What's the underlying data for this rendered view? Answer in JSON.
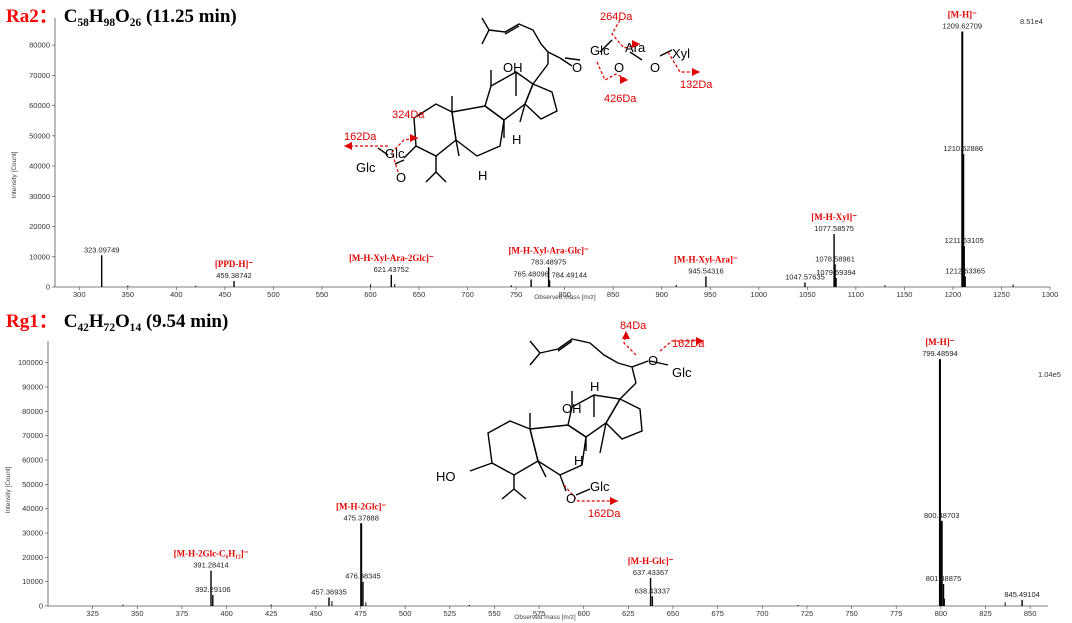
{
  "panels": [
    {
      "compound": "Ra2：",
      "formula": "C₅₈H₉₈O₂₆ (11.25 min)",
      "max_intensity_label": "8.51e4",
      "ylabel": "Intensity [Count]",
      "xlabel": "Observed mass [m/z]",
      "structure": {
        "sugars": [
          "Glc",
          "Ara",
          "Xyl",
          "Glc",
          "Glc"
        ],
        "oxygens": [
          "O",
          "O",
          "O",
          "O"
        ],
        "oh": "OH",
        "h_labels": [
          "H",
          "H"
        ],
        "losses": [
          "264Da",
          "426Da",
          "132Da",
          "324Da",
          "162Da"
        ]
      }
    },
    {
      "compound": "Rg1：",
      "formula": "C₄₂H₇₂O₁₄ (9.54 min)",
      "max_intensity_label": "1.04e5",
      "ylabel": "Intensity [Count]",
      "xlabel": "Observed mass [m/z]",
      "structure": {
        "sugars": [
          "Glc",
          "Glc"
        ],
        "oxygens": [
          "O",
          "O"
        ],
        "oh": "OH",
        "ho": "HO",
        "h_labels": [
          "H",
          "H"
        ],
        "losses": [
          "84Da",
          "162Da",
          "162Da"
        ]
      }
    }
  ],
  "chart_data": [
    {
      "type": "bar",
      "xlim": [
        275,
        1300
      ],
      "ylim": [
        0,
        85000
      ],
      "xticks": [
        300,
        350,
        400,
        450,
        500,
        550,
        600,
        650,
        700,
        750,
        800,
        850,
        900,
        950,
        1000,
        1050,
        1100,
        1150,
        1200,
        1250,
        1300
      ],
      "yticks": [
        0,
        10000,
        20000,
        30000,
        40000,
        50000,
        60000,
        70000,
        80000
      ],
      "peaks": [
        {
          "x": 323.09749,
          "y": 10500,
          "label": "323.09749"
        },
        {
          "x": 459.38742,
          "y": 2000,
          "label": "459.38742"
        },
        {
          "x": 621.43752,
          "y": 4000,
          "label": "621.43752"
        },
        {
          "x": 765.48096,
          "y": 2500,
          "label": "765.48096"
        },
        {
          "x": 783.48975,
          "y": 6500,
          "label": "783.48975"
        },
        {
          "x": 784.49144,
          "y": 2200,
          "label": "784.49144"
        },
        {
          "x": 945.54316,
          "y": 3500,
          "label": "945.54316"
        },
        {
          "x": 1047.57635,
          "y": 1500,
          "label": "1047.57635"
        },
        {
          "x": 1077.58575,
          "y": 17500,
          "label": "1077.58575"
        },
        {
          "x": 1078.58961,
          "y": 7500,
          "label": "1078.58961"
        },
        {
          "x": 1079.59394,
          "y": 3000,
          "label": "1079.59394"
        },
        {
          "x": 1209.62709,
          "y": 84500,
          "label": "1209.62709"
        },
        {
          "x": 1210.62886,
          "y": 44000,
          "label": "1210.62886"
        },
        {
          "x": 1211.63105,
          "y": 13500,
          "label": "1211.63105"
        },
        {
          "x": 1212.63365,
          "y": 3500,
          "label": "1212.63365"
        }
      ],
      "minor_peaks": [
        {
          "x": 350,
          "y": 500
        },
        {
          "x": 420,
          "y": 400
        },
        {
          "x": 600,
          "y": 900
        },
        {
          "x": 625,
          "y": 1000
        },
        {
          "x": 745,
          "y": 600
        },
        {
          "x": 915,
          "y": 700
        },
        {
          "x": 1130,
          "y": 600
        },
        {
          "x": 1262,
          "y": 800
        }
      ],
      "annotations": [
        {
          "text": "[PPD-H]⁻",
          "x": 459
        },
        {
          "text": "[M-H-Xyl-Ara-2Glc]⁻",
          "x": 621
        },
        {
          "text": "[M-H-Xyl-Ara-Glc]⁻",
          "x": 783
        },
        {
          "text": "[M-H-Xyl-Ara]⁻",
          "x": 945
        },
        {
          "text": "[M-H-Xyl]⁻",
          "x": 1077
        },
        {
          "text": "[M-H]⁻",
          "x": 1209
        }
      ]
    },
    {
      "type": "bar",
      "xlim": [
        300,
        860
      ],
      "ylim": [
        0,
        104000
      ],
      "xticks": [
        325,
        350,
        375,
        400,
        425,
        450,
        475,
        500,
        525,
        550,
        575,
        600,
        625,
        650,
        675,
        700,
        725,
        750,
        775,
        800,
        825,
        850
      ],
      "yticks": [
        0,
        10000,
        20000,
        30000,
        40000,
        50000,
        60000,
        70000,
        80000,
        90000,
        100000
      ],
      "peaks": [
        {
          "x": 391.28414,
          "y": 14500,
          "label": "391.28414"
        },
        {
          "x": 392.29106,
          "y": 4500,
          "label": "392.29106"
        },
        {
          "x": 457.36935,
          "y": 3500,
          "label": "457.36935"
        },
        {
          "x": 475.37888,
          "y": 34000,
          "label": "475.37888"
        },
        {
          "x": 476.38345,
          "y": 10000,
          "label": "476.38345"
        },
        {
          "x": 637.43367,
          "y": 11500,
          "label": "637.43367"
        },
        {
          "x": 638.43337,
          "y": 4000,
          "label": "638.43337"
        },
        {
          "x": 799.48594,
          "y": 101500,
          "label": "799.48594"
        },
        {
          "x": 800.48703,
          "y": 35000,
          "label": "800.48703"
        },
        {
          "x": 801.48875,
          "y": 9000,
          "label": "801.48875"
        },
        {
          "x": 845.49104,
          "y": 2500,
          "label": "845.49104"
        }
      ],
      "minor_peaks": [
        {
          "x": 342,
          "y": 500
        },
        {
          "x": 425,
          "y": 600
        },
        {
          "x": 459,
          "y": 2000
        },
        {
          "x": 478,
          "y": 1500
        },
        {
          "x": 536,
          "y": 500
        },
        {
          "x": 720,
          "y": 400
        },
        {
          "x": 802,
          "y": 3000
        },
        {
          "x": 836,
          "y": 1500
        }
      ],
      "annotations": [
        {
          "text": "[M-H-2Glc-C₆H₁₂]⁻",
          "x": 391
        },
        {
          "text": "[M-H-2Glc]⁻",
          "x": 475
        },
        {
          "text": "[M-H-Glc]⁻",
          "x": 637
        },
        {
          "text": "[M-H]⁻",
          "x": 799
        }
      ]
    }
  ]
}
